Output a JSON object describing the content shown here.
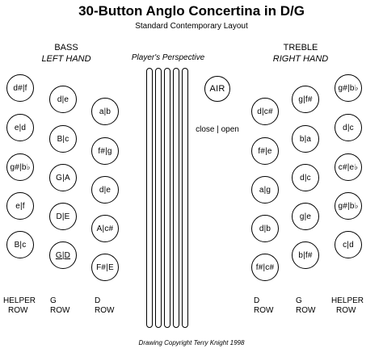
{
  "title": "30-Button Anglo Concertina in D/G",
  "subtitle": "Standard Contemporary Layout",
  "left": {
    "heading": "BASS",
    "subheading": "LEFT HAND"
  },
  "right": {
    "heading": "TREBLE",
    "subheading": "RIGHT HAND"
  },
  "perspective": "Player's Perspective",
  "air_label": "AIR",
  "press_note": "close | open",
  "columns": {
    "left_helper": [
      "d#|f",
      "e|d",
      "g#|b♭",
      "e|f",
      "B|c"
    ],
    "left_g": [
      "d|e",
      "B|c",
      "G|A",
      "D|E",
      "G|D"
    ],
    "left_d": [
      "a|b",
      "f#|g",
      "d|e",
      "A|c#",
      "F#|E"
    ],
    "right_d": [
      "d|c#",
      "f#|e",
      "a|g",
      "d|b",
      "f#|c#"
    ],
    "right_g": [
      "g|f#",
      "b|a",
      "d|c",
      "g|e",
      "b|f#"
    ],
    "right_helper": [
      "g#|b♭",
      "d|c",
      "c#|e♭",
      "g#|b♭",
      "c|d"
    ]
  },
  "row_labels": {
    "left_helper": [
      "HELPER",
      "ROW"
    ],
    "left_g": [
      "G",
      "ROW"
    ],
    "left_d": [
      "D",
      "ROW"
    ],
    "right_d": [
      "D",
      "ROW"
    ],
    "right_g": [
      "G",
      "ROW"
    ],
    "right_helper": [
      "HELPER",
      "ROW"
    ]
  },
  "copyright": "Drawing Copyright Terry Knight 1998"
}
